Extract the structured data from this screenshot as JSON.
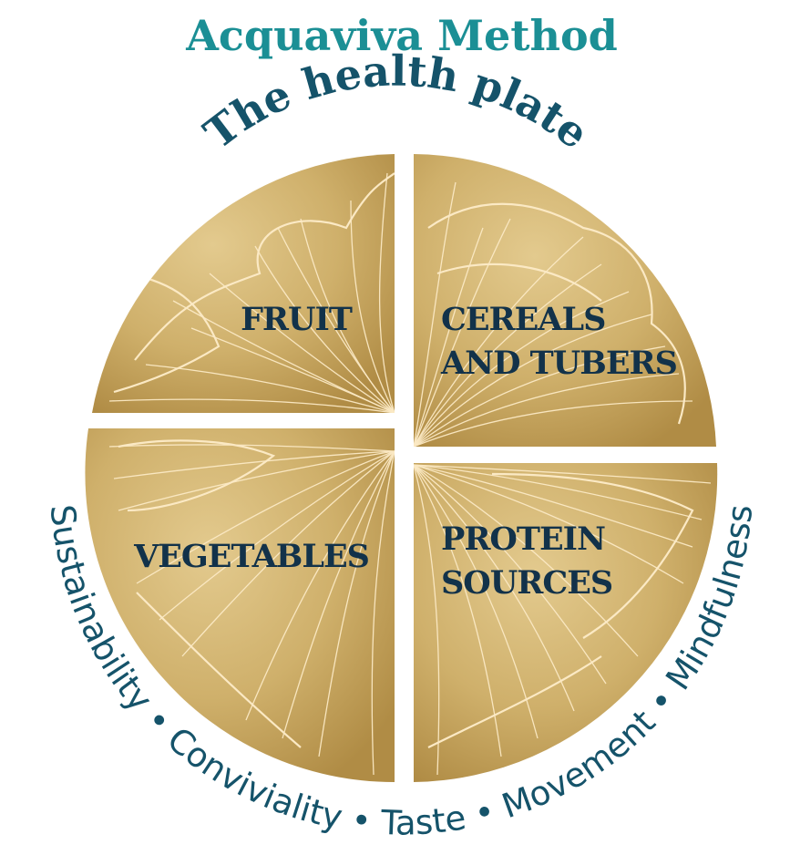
{
  "header": {
    "title": "Acquaviva Method",
    "subtitle": "The health plate"
  },
  "quadrants": [
    {
      "id": "fruit",
      "label_lines": [
        "FRUIT"
      ]
    },
    {
      "id": "cereals",
      "label_lines": [
        "CEREALS",
        "AND TUBERS"
      ]
    },
    {
      "id": "vegetables",
      "label_lines": [
        "VEGETABLES"
      ]
    },
    {
      "id": "protein",
      "label_lines": [
        "PROTEIN",
        "SOURCES"
      ]
    }
  ],
  "pillars": {
    "items": [
      "Sustainability",
      "Conviviality",
      "Taste",
      "Movement",
      "Mindfulness"
    ],
    "separator": "•",
    "text": "Sustainability • Conviviality • Taste • Movement • Mindfulness"
  },
  "colors": {
    "title": "#1b8f95",
    "subtitle": "#15536a",
    "pillars": "#15536a",
    "labels": "#12324a",
    "gold_light": "#dcc184",
    "gold_mid": "#c9a660",
    "gold_dark": "#a9843e",
    "vein": "#fbe9c4"
  }
}
